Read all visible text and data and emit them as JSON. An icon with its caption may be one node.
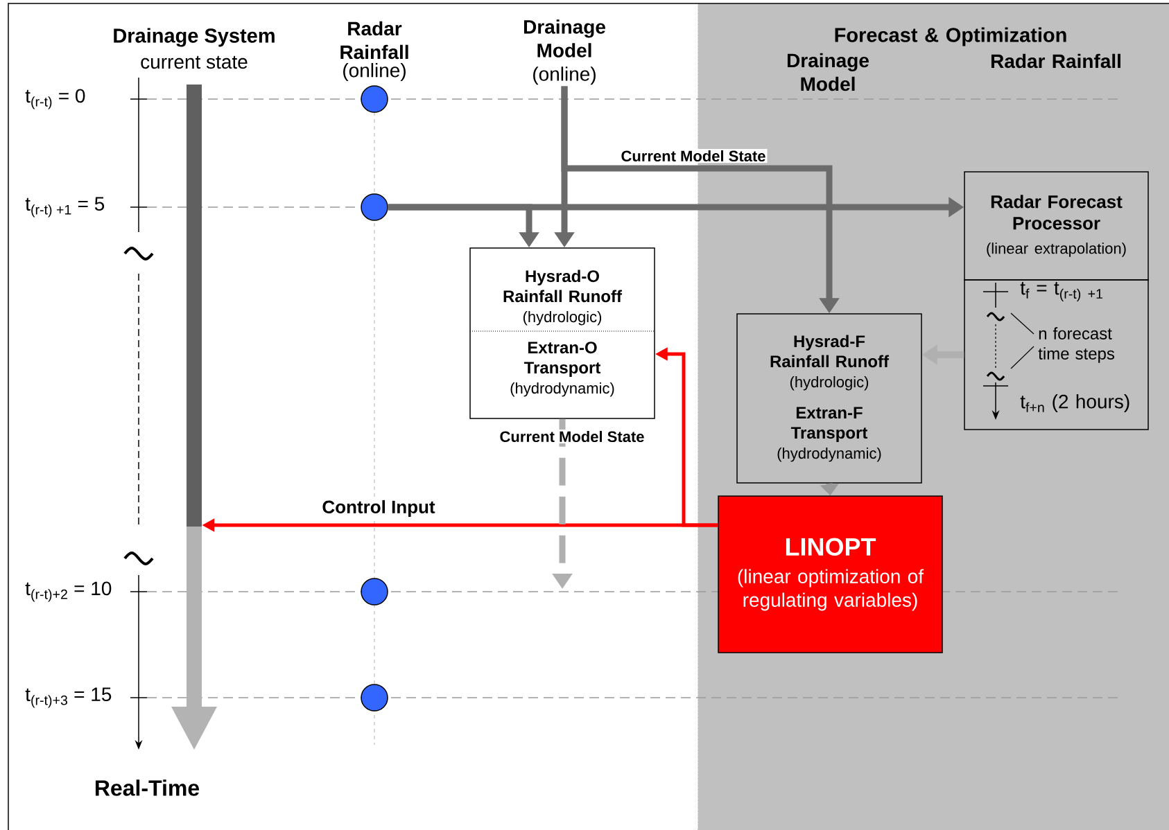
{
  "diagram": {
    "nodes": [
      {
        "text": [
          "Drainage System",
          "current state"
        ]
      },
      {
        "text": [],
        "shape": "circle"
      },
      {
        "text": [],
        "shape": "circle"
      },
      {
        "text": [
          "Drainage Model",
          "(online)"
        ]
      },
      {
        "text": [
          "Hysrad-O Rainfall Runoff",
          "(hydrologic)",
          "Extran-O Transport",
          "(hydrodynamic)"
        ]
      },
      {
        "text": [],
        "shape": "circle"
      },
      {
        "text": [],
        "shape": "circle"
      },
      {
        "text": [
          "Forecast & Optimization",
          "Drainage Model",
          "Radar Rainfall"
        ]
      },
      {
        "text": [
          "Radar Forecast Processor",
          "(linear extrapolation)"
        ],
        "in": 7
      },
      {
        "text": [
          "t$_{f}$ = t$_{(r-t) +1}$",
          "n forecast time steps",
          "t$_{f+n}$ (2 hours)"
        ],
        "in": 7
      },
      {
        "text": [
          "Hysrad-F Rainfall Runoff",
          "(hydrologic)",
          "Extran-F Transport",
          "(hydrodynamic)"
        ],
        "in": 7
      },
      {
        "text": [
          "LINOPT",
          "(linear optimization of regulating variables)"
        ],
        "in": 7
      }
    ],
    "edges": [
      {
        "from": 2,
        "to": 4,
        "arrow": "to"
      },
      {
        "from": 2,
        "to": 8,
        "arrow": "to"
      },
      {
        "from": 3,
        "to": 4,
        "arrow": "to"
      },
      {
        "from": 3,
        "to": 10,
        "arrow": "to",
        "label": "Current Model State"
      },
      {
        "from": 9,
        "to": 10,
        "arrow": "to",
        "color": "#b0b0b0"
      },
      {
        "from": 10,
        "to": 11,
        "arrow": "to",
        "color": "#999999"
      },
      {
        "from": 11,
        "to": 4,
        "arrow": "to",
        "color": "#ff0000"
      },
      {
        "from": 11,
        "to": 0,
        "arrow": "to",
        "color": "#ff0000",
        "label": "Control Input"
      },
      {
        "from": 4,
        "to": null,
        "arrow": "to",
        "style": "dashed",
        "color": "#b0b0b0",
        "label": "Current Model State"
      }
    ],
    "labels": [
      "Radar Rainfall",
      "(online)",
      "t$_{(r-t)}$ = 0",
      "t$_{(r-t) +1}$ = 5",
      "t$_{(r-t)+2}$ = 10",
      "t$_{(r-t)+3}$ = 15",
      "Real-Time"
    ]
  }
}
